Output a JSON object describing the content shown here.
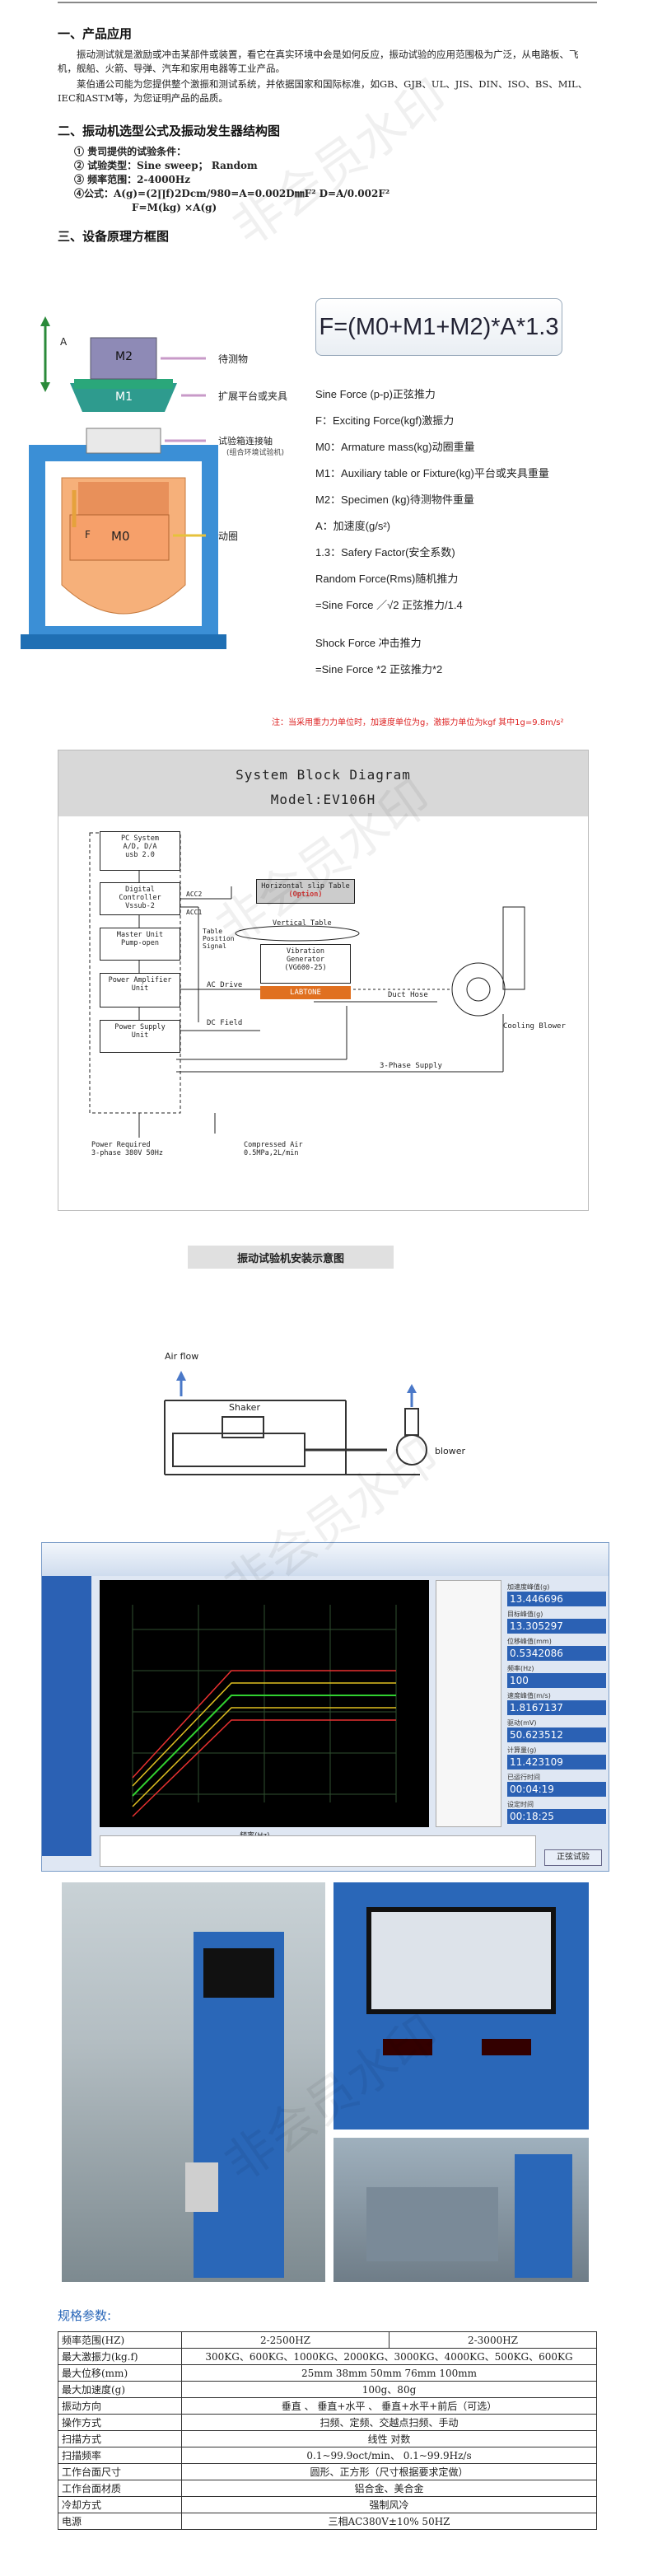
{
  "sections": {
    "product_title": "一、产品应用",
    "product_para1": "振动测试就是激励或冲击某部件或装置，看它在真实环境中会是如何反应，振动试验的应用范围极为广泛，从电路板、飞机，舰船、火箭、导弹、汽车和家用电器等工业产品。",
    "product_para2": "莱伯通公司能为您提供整个激振和测试系统，并依据国家和国际标准，如GB、GJB、UL、JIS、DIN、ISO、BS、MIL、IEC和ASTM等，为您证明产品的品质。",
    "selection_title": "二、振动机选型公式及振动发生器结构图",
    "conditions": [
      "① 贵司提供的试验条件：",
      "② 试验类型：Sine sweep； Random",
      "③ 频率范围：2-4000Hz",
      "④公式：A(g)=(2∏f)2Dcm/980=A=0.002D㎜F²  D=A/0.002F²",
      "F=M(kg) ×A(g)"
    ],
    "principle_title": "三、设备原理方框图"
  },
  "shaker_diagram": {
    "labels": {
      "a": "A",
      "m2": "M2",
      "m1": "M1",
      "m0": "M0",
      "f": "F",
      "specimen": "待测物",
      "fixture": "扩展平台或夹具",
      "cube": "试验箱连接轴",
      "cube_sub": "(组合环境试验机)",
      "armature": "动圈"
    },
    "formula": "F=(M0+M1+M2)*A*1.3",
    "legend": [
      "Sine Force (p-p)正弦推力",
      "F：Exciting Force(kgf)激振力",
      "M0：Armature mass(kg)动圈重量",
      "M1：Auxiliary table or Fixture(kg)平台或夹具重量",
      "M2：Specimen (kg)待测物件重量",
      "A：加速度(g/s²)",
      "1.3：Safery Factor(安全系数)",
      "Random Force(Rms)随机推力",
      "=Sine Force ／√2 正弦推力/1.4",
      "Shock Force 冲击推力",
      "=Sine Force *2 正弦推力*2"
    ],
    "note": "注：当采用重力力单位时，加速度单位为g，激振力单位为kgf  其中1g=9.8m/s²"
  },
  "block_diagram": {
    "title": "System Block Diagram",
    "model": "Model:EV106H",
    "blocks": {
      "pc": "PC System\nA/D, D/A\nusb 2.0",
      "controller": "Digital\nController\nVssub-2",
      "master": "Master Unit\nPump-open",
      "amp": "Power Amplifier\nUnit",
      "supply": "Power Supply\nUnit",
      "slip": "Horizontal slip Table",
      "option": "(Option)",
      "vertical": "Vertical Table",
      "generator": "Vibration\nGenerator\n(VG600-25)",
      "brand": "LABTONE"
    },
    "signals": {
      "acc2": "ACC2",
      "acc1": "ACC1",
      "tpos": "Table\nPosition\nSignal",
      "acdrive": "AC Drive",
      "dcfield": "DC Field",
      "duct": "Duct Hose",
      "phase": "3-Phase Supply",
      "blower": "Cooling Blower",
      "power": "Power Required\n3-phase 380V 50Hz",
      "air": "Compressed Air\n0.5MPa,2L/min"
    }
  },
  "install": {
    "title": "振动试验机安装示意图",
    "airflow": "Air flow",
    "shaker": "Shaker",
    "blower": "blower"
  },
  "software": {
    "readouts": [
      "13.446696",
      "13.305297",
      "0.5342086",
      "100",
      "1.8167137",
      "50.623512",
      "11.423109",
      "00:04:19",
      "00:18:25"
    ],
    "readout_labels": [
      "加速度峰值(g)",
      "目标峰值(g)",
      "位移峰值(mm)",
      "频率(Hz)",
      "速度峰值(m/s)",
      "驱动(mV)",
      "计算量(g)",
      "已运行时间",
      "设定时间"
    ],
    "button": "正弦试验",
    "xlabel": "频率(Hz)"
  },
  "spec": {
    "heading": "规格参数:",
    "rows": [
      [
        "频率范围(HZ)",
        "2-2500HZ",
        "2-3000HZ"
      ],
      [
        "最大激振力(kg.f)",
        "300KG、600KG、1000KG、2000KG、3000KG、4000KG、500KG、600KG"
      ],
      [
        "最大位移(mm)",
        "25mm   38mm   50mm   76mm   100mm"
      ],
      [
        "最大加速度(g)",
        "100g、80g"
      ],
      [
        "振动方向",
        "垂直 、 垂直+水平 、 垂直+水平+前后（可选）"
      ],
      [
        "操作方式",
        "扫频、定频、交越点扫频、手动"
      ],
      [
        "扫描方式",
        "线性   对数"
      ],
      [
        "扫描频率",
        "0.1~99.9oct/min、 0.1~99.9Hz/s"
      ],
      [
        "工作台面尺寸",
        "圆形、正方形（尺寸根据要求定做）"
      ],
      [
        "工作台面材质",
        "铝合金、美合金"
      ],
      [
        "冷却方式",
        "强制风冷"
      ],
      [
        "电源",
        "三相AC380V±10%  50HZ"
      ]
    ]
  },
  "watermark": "非会员水印"
}
